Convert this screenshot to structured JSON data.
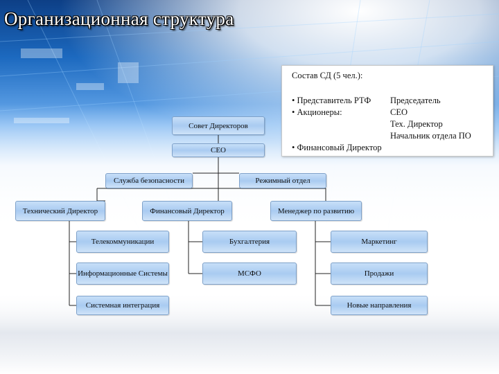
{
  "title": "Организационная структура",
  "board": {
    "heading": "Состав СД (5 чел.):",
    "members": [
      {
        "role": "• Представитель РТФ",
        "position": "Председатель"
      },
      {
        "role": "• Акционеры:",
        "position": "CEO"
      },
      {
        "role": "",
        "position": "Тех. Директор"
      },
      {
        "role": "",
        "position": "Начальник отдела ПО"
      },
      {
        "role": "• Финансовый Директор",
        "position": ""
      }
    ]
  },
  "org": {
    "board_of_directors": "Совет Директоров",
    "ceo": "CEO",
    "security": "Служба безопасности",
    "regime": "Режимный отдел",
    "tech_director": "Технический Директор",
    "fin_director": "Финансовый Директор",
    "dev_manager": "Менеджер по развитию",
    "telecom": "Телекоммуникации",
    "info_systems": "Информационные Системы",
    "sys_integration": "Системная интеграция",
    "accounting": "Бухгалтерия",
    "ifrs": "МСФО",
    "marketing": "Маркетинг",
    "sales": "Продажи",
    "new_directions": "Новые направления"
  }
}
